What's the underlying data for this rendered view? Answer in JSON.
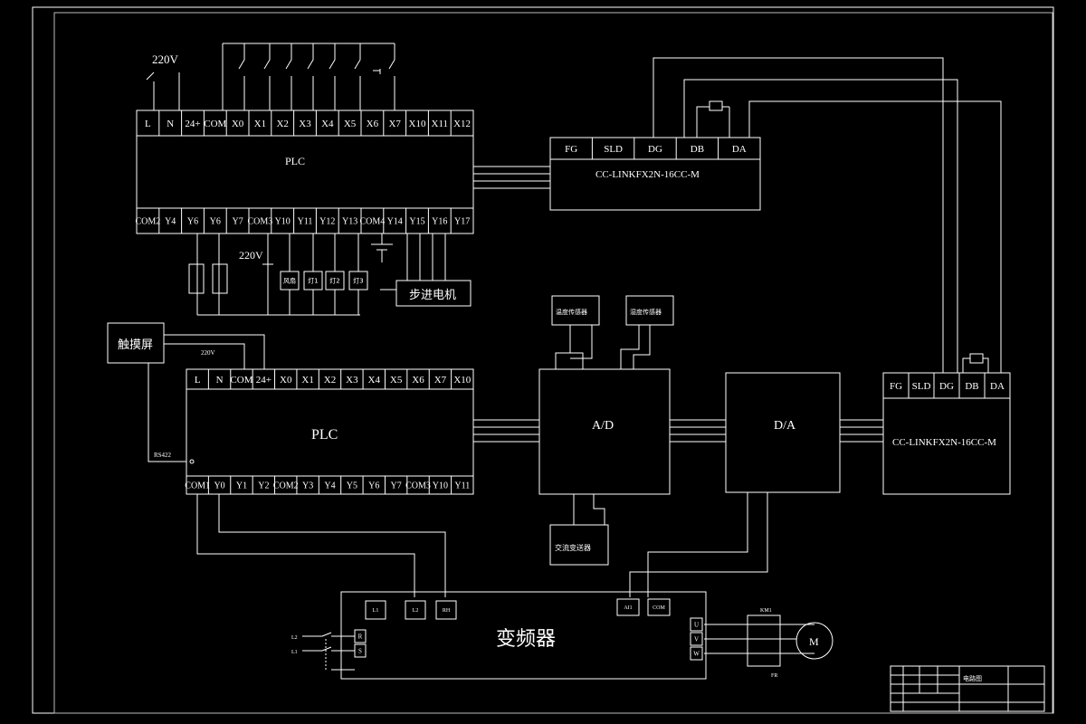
{
  "top_plc": {
    "supply_label": "220V",
    "top_terminals": [
      "L",
      "N",
      "24+",
      "COM",
      "X0",
      "X1",
      "X2",
      "X3",
      "X4",
      "X5",
      "X6",
      "X7",
      "X10",
      "X11",
      "X12"
    ],
    "title": "PLC",
    "bottom_terminals": [
      "COM2",
      "Y4",
      "Y6",
      "Y6",
      "Y7",
      "COM3",
      "Y10",
      "Y11",
      "Y12",
      "Y13",
      "COM4",
      "Y14",
      "Y15",
      "Y16",
      "Y17"
    ],
    "output_supply_label": "220V",
    "load_labels": [
      "风扇",
      "灯1",
      "灯2",
      "灯3"
    ],
    "stepper_motor": "步进电机"
  },
  "cc_link_top": {
    "terminals": [
      "FG",
      "SLD",
      "DG",
      "DB",
      "DA"
    ],
    "title": "CC-LINKFX2N-16CC-M"
  },
  "bottom_plc": {
    "top_terminals": [
      "L",
      "N",
      "COM",
      "24+",
      "X0",
      "X1",
      "X2",
      "X3",
      "X4",
      "X5",
      "X6",
      "X7",
      "X10"
    ],
    "title": "PLC",
    "bottom_terminals": [
      "COM1",
      "Y0",
      "Y1",
      "Y2",
      "COM2",
      "Y3",
      "Y4",
      "Y5",
      "Y6",
      "Y7",
      "COM3",
      "Y10",
      "Y11"
    ],
    "rs422_label": "RS422",
    "supply_label": "220V"
  },
  "touch_screen": {
    "label": "触摸屏"
  },
  "ad_module": {
    "title": "A/D",
    "sensor_1": "温度传感器",
    "sensor_2": "湿度传感器",
    "transmitter": "交流变送器"
  },
  "da_module": {
    "title": "D/A"
  },
  "cc_link_right": {
    "terminals": [
      "FG",
      "SLD",
      "DG",
      "DB",
      "DA"
    ],
    "title": "CC-LINKFX2N-16CC-M"
  },
  "inverter": {
    "title": "变频器",
    "terminals_top": [
      "L1",
      "L2",
      "RH"
    ],
    "terminals_top_right": [
      "AI1",
      "COM"
    ],
    "inputs_left": [
      "R",
      "S"
    ],
    "outputs": [
      "U",
      "V",
      "W"
    ],
    "line_labels": [
      "L2",
      "L1"
    ],
    "relay_label": "FR",
    "contactor_label": "KM1",
    "motor_label": "M"
  },
  "title_block": {
    "name": "电路图"
  }
}
